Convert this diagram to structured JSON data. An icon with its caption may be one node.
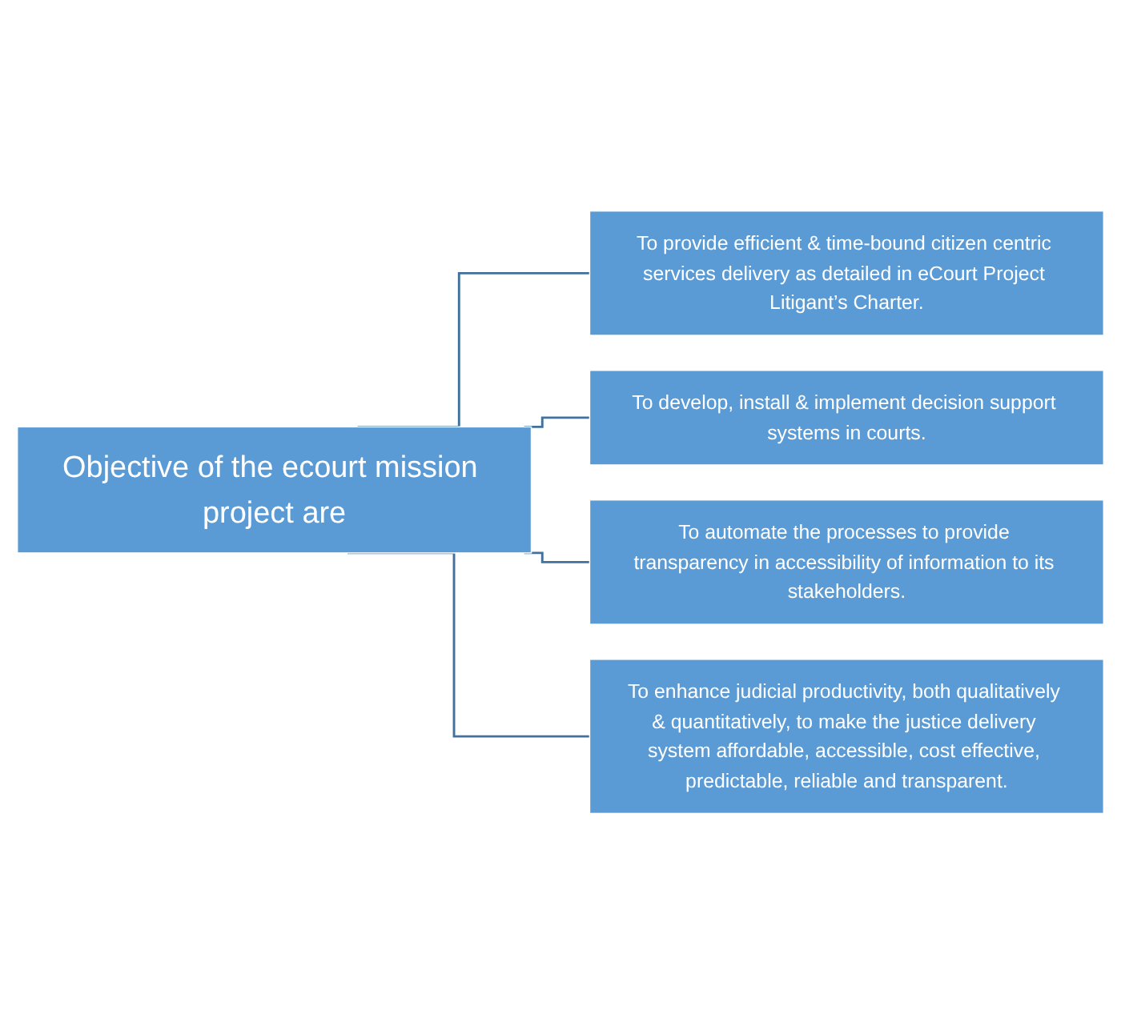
{
  "diagram": {
    "nodes": [
      {
        "text": [
          "Objective of the ecourt mission project are"
        ]
      },
      {
        "text": [
          "To provide efficient & time-bound citizen centric services delivery as detailed in eCourt Project Litigant’s Charter."
        ]
      },
      {
        "text": [
          "To develop, install & implement decision support systems in courts."
        ]
      },
      {
        "text": [
          "To automate the processes to provide transparency in accessibility of information to its stakeholders."
        ]
      },
      {
        "text": [
          "To enhance judicial productivity, both qualitatively & quantitatively, to make the justice delivery system affordable, accessible, cost effective, predictable, reliable and transparent."
        ]
      }
    ],
    "edges": [
      {
        "from": 0,
        "to": 1,
        "arrow": "none"
      },
      {
        "from": 0,
        "to": 2,
        "arrow": "none"
      },
      {
        "from": 0,
        "to": 3,
        "arrow": "none"
      },
      {
        "from": 0,
        "to": 4,
        "arrow": "none"
      }
    ]
  }
}
